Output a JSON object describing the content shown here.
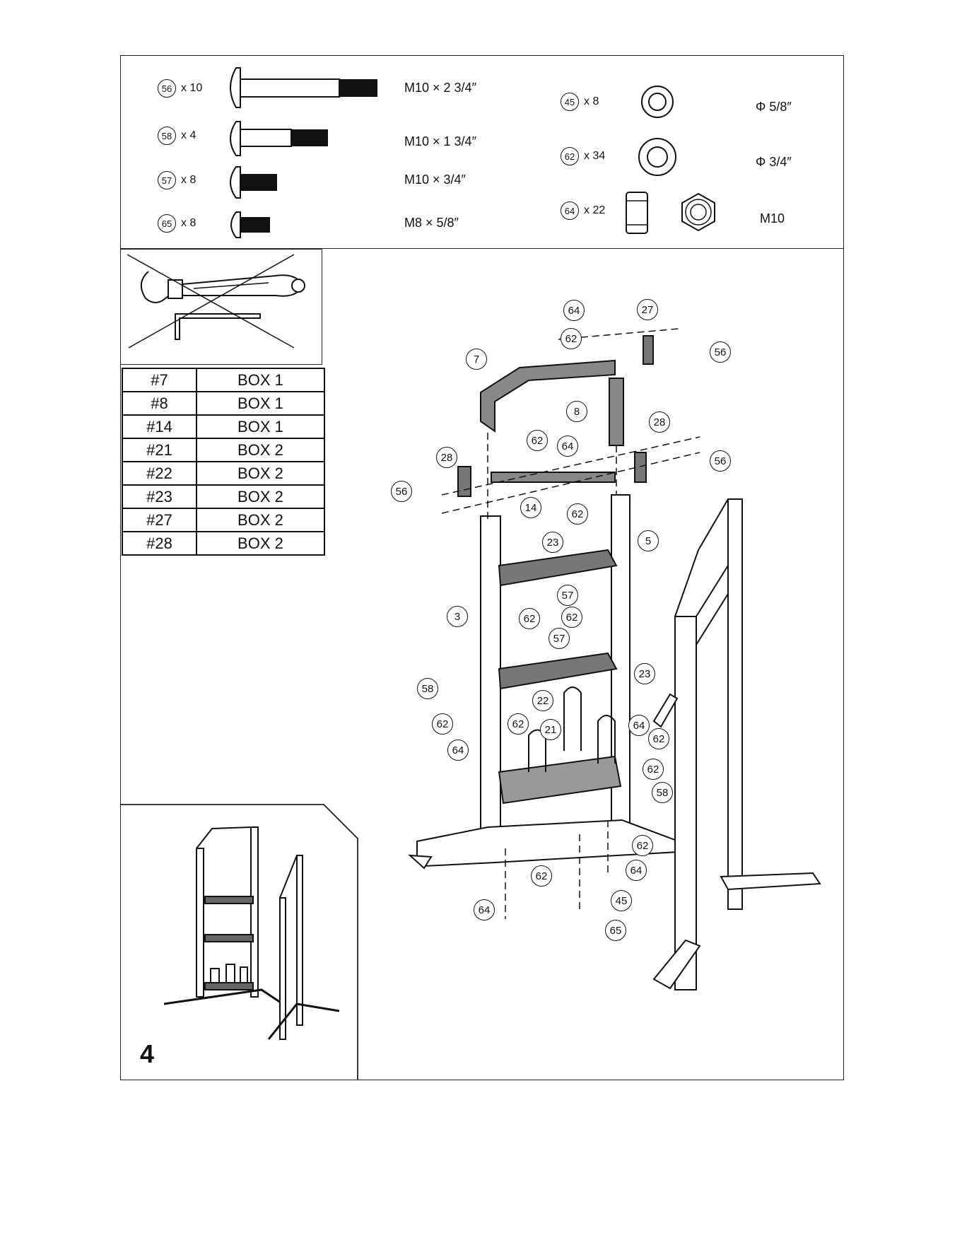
{
  "hardware_left": [
    {
      "part": "56",
      "qty": "x 10",
      "spec": "M10 ×   2 3/4″"
    },
    {
      "part": "58",
      "qty": "x 4",
      "spec": "M10 ×   1 3/4″"
    },
    {
      "part": "57",
      "qty": "x 8",
      "spec": "M10 × 3/4″"
    },
    {
      "part": "65",
      "qty": "x 8",
      "spec": "M8 × 5/8″"
    }
  ],
  "hardware_right": [
    {
      "part": "45",
      "qty": "x 8",
      "spec": "Φ 5/8″"
    },
    {
      "part": "62",
      "qty": "x 34",
      "spec": "Φ 3/4″"
    },
    {
      "part": "64",
      "qty": "x 22",
      "spec": "M10"
    }
  ],
  "box_table": [
    {
      "part": "#7",
      "box": "BOX 1"
    },
    {
      "part": "#8",
      "box": "BOX 1"
    },
    {
      "part": "#14",
      "box": "BOX 1"
    },
    {
      "part": "#21",
      "box": "BOX 2"
    },
    {
      "part": "#22",
      "box": "BOX 2"
    },
    {
      "part": "#23",
      "box": "BOX 2"
    },
    {
      "part": "#27",
      "box": "BOX 2"
    },
    {
      "part": "#28",
      "box": "BOX 2"
    }
  ],
  "step_number": "4",
  "callouts": {
    "c1": "64",
    "c2": "27",
    "c3": "62",
    "c4": "56",
    "c5": "7",
    "c6": "8",
    "c7": "28",
    "c8": "62",
    "c9": "64",
    "c10": "28",
    "c11": "56",
    "c12": "56",
    "c13": "14",
    "c14": "62",
    "c15": "23",
    "c16": "5",
    "c17": "3",
    "c18": "57",
    "c19": "62",
    "c20": "62",
    "c21": "57",
    "c22": "23",
    "c23": "58",
    "c24": "22",
    "c25": "62",
    "c26": "62",
    "c27": "21",
    "c28": "64",
    "c29": "62",
    "c30": "64",
    "c31": "62",
    "c32": "58",
    "c33": "62",
    "c34": "64",
    "c35": "62",
    "c36": "45",
    "c37": "64",
    "c38": "65"
  }
}
